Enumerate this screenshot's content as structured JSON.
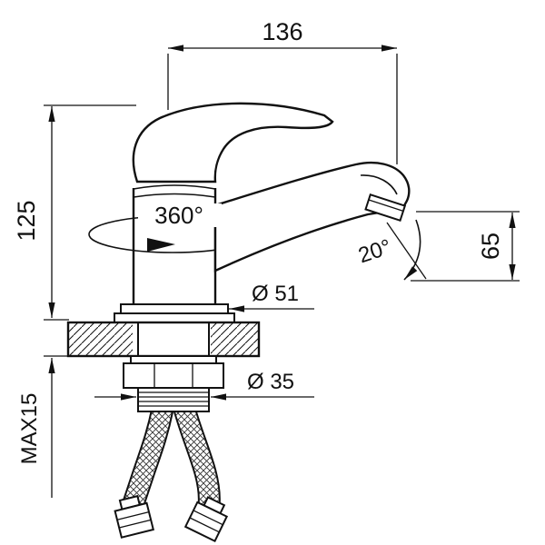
{
  "labels": {
    "width_top": "136",
    "height_left": "125",
    "swivel": "360°",
    "spout_angle": "20°",
    "height_right": "65",
    "base_diameter": "Ø 51",
    "shank_diameter": "Ø 35",
    "max_mounting_thickness": "MAX15"
  },
  "colors": {
    "line": "#111111",
    "background": "#ffffff"
  }
}
